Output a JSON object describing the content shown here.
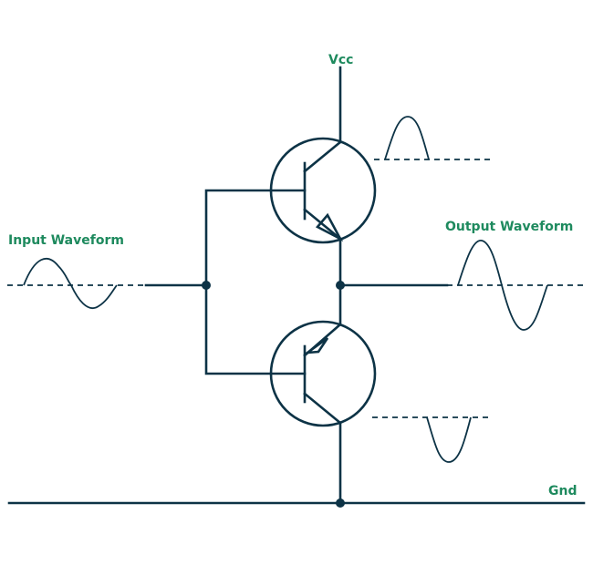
{
  "labels": {
    "vcc": "Vcc",
    "input": "Input Waveform",
    "output": "Output Waveform",
    "gnd": "Gnd"
  },
  "colors": {
    "wire": "#0d3346",
    "label": "#1e8a5e",
    "background": "#ffffff"
  }
}
